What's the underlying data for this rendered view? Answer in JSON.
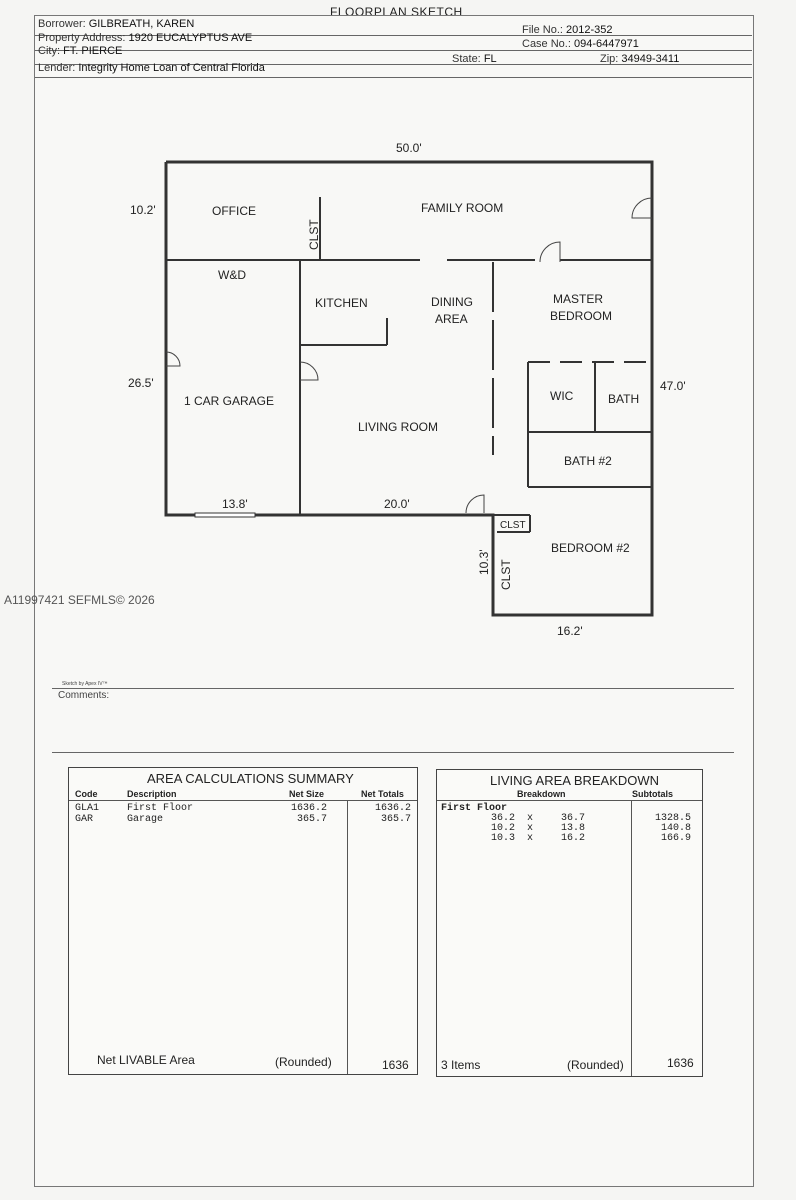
{
  "title": "FLOORPLAN SKETCH",
  "header": {
    "borrower_label": "Borrower:",
    "borrower": "GILBREATH, KAREN",
    "file_no_label": "File No.:",
    "file_no": "2012-352",
    "address_label": "Property Address:",
    "address": "1920 EUCALYPTUS AVE",
    "case_no_label": "Case No.:",
    "case_no": "094-6447971",
    "city_label": "City:",
    "city": "FT. PIERCE",
    "state_label": "State:",
    "state": "FL",
    "zip_label": "Zip:",
    "zip": "34949-3411",
    "lender_label": "Lender:",
    "lender": "Integrity Home Loan of Central Florida"
  },
  "sketch": {
    "rooms": {
      "office": "OFFICE",
      "family_room": "FAMILY ROOM",
      "clst1": "CLST",
      "wd": "W&D",
      "kitchen": "KITCHEN",
      "dining": "DINING",
      "dining2": "AREA",
      "master": "MASTER",
      "master2": "BEDROOM",
      "garage": "1 CAR GARAGE",
      "living": "LIVING ROOM",
      "wic": "WIC",
      "bath": "BATH",
      "bath2": "BATH #2",
      "clst2": "CLST",
      "clst3": "CLST",
      "bedroom2": "BEDROOM #2"
    },
    "dims": {
      "top": "50.0'",
      "left_top": "10.2'",
      "left_mid": "26.5'",
      "right": "47.0'",
      "garage_bottom": "13.8'",
      "living_bottom": "20.0'",
      "bed2_left": "10.3'",
      "bed2_bottom": "16.2'"
    }
  },
  "watermark": "A11997421 SEFMLS© 2026",
  "sketch_credit": "Sketch by Apex IV™",
  "comments_label": "Comments:",
  "area_summary": {
    "title": "AREA CALCULATIONS SUMMARY",
    "headers": [
      "Code",
      "Description",
      "Net Size",
      "Net Totals"
    ],
    "rows": [
      [
        "GLA1",
        "First Floor",
        "1636.2",
        "1636.2"
      ],
      [
        "GAR",
        "Garage",
        "365.7",
        "365.7"
      ]
    ],
    "footer_label": "Net LIVABLE Area",
    "footer_rounded": "(Rounded)",
    "footer_total": "1636"
  },
  "living_breakdown": {
    "title": "LIVING AREA BREAKDOWN",
    "headers": [
      "Breakdown",
      "Subtotals"
    ],
    "section": "First Floor",
    "rows": [
      [
        "36.2",
        "x",
        "36.7",
        "1328.5"
      ],
      [
        "10.2",
        "x",
        "13.8",
        "140.8"
      ],
      [
        "10.3",
        "x",
        "16.2",
        "166.9"
      ]
    ],
    "footer_items": "3 Items",
    "footer_rounded": "(Rounded)",
    "footer_total": "1636"
  }
}
